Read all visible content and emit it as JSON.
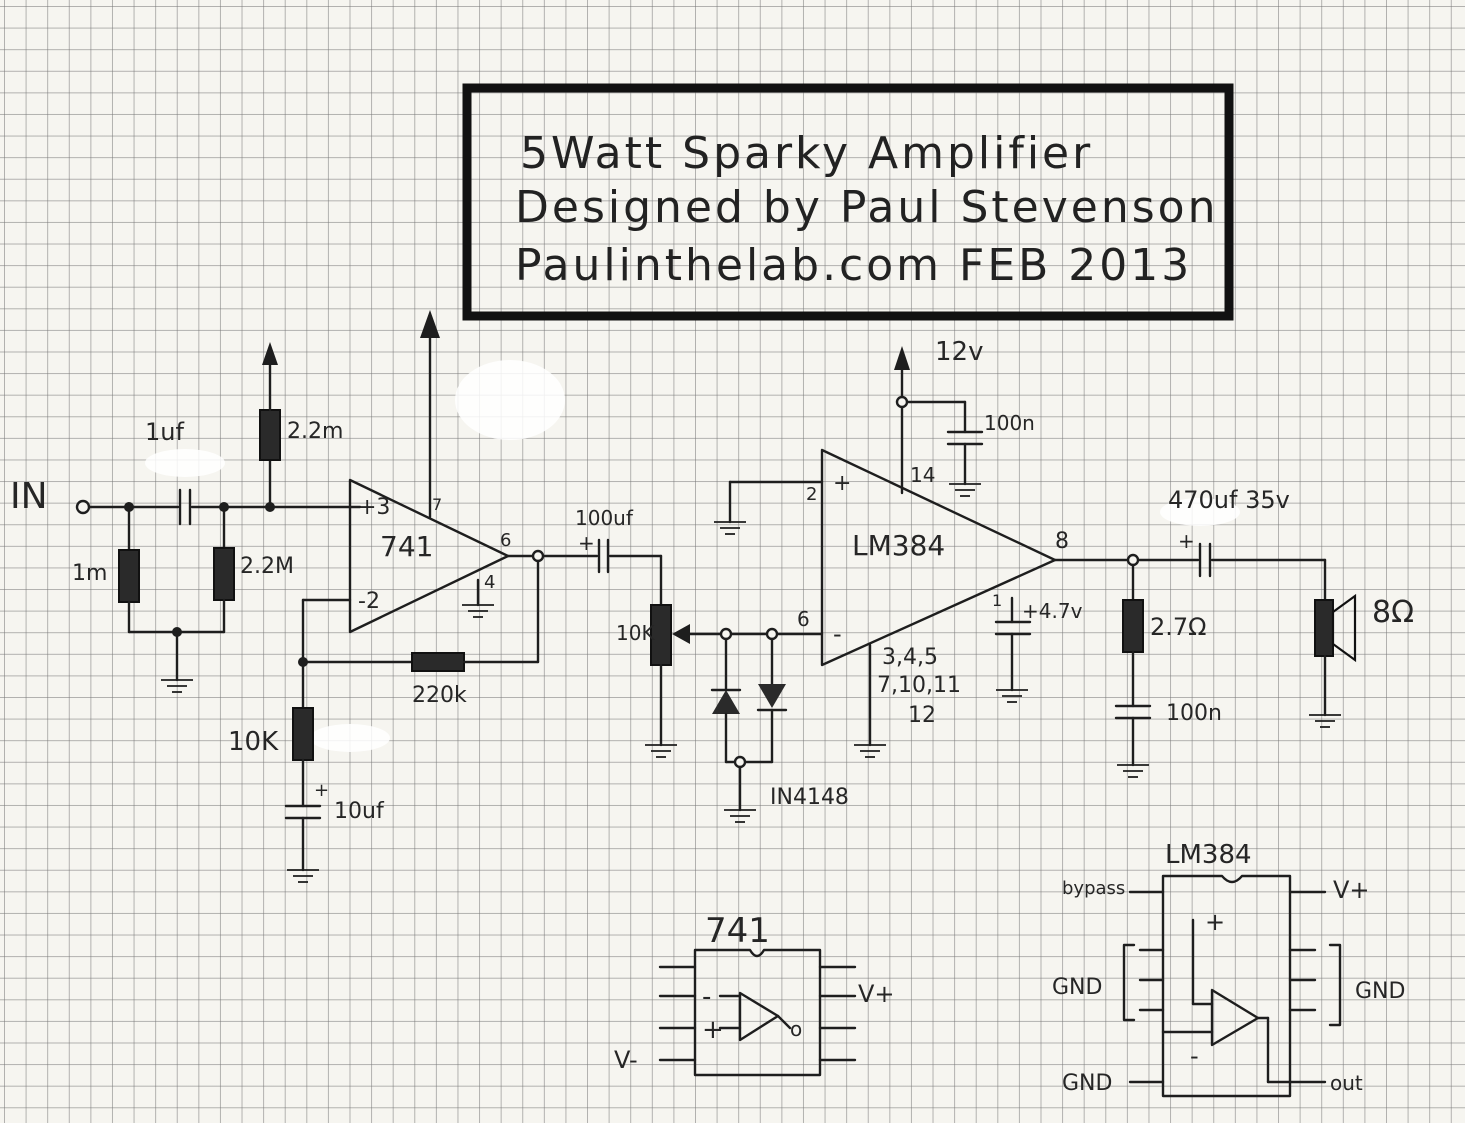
{
  "title_block": {
    "line1": "5Watt Sparky Amplifier",
    "line2": "Designed by Paul Stevenson",
    "line3": "Paulinthelab.com FEB 2013"
  },
  "input": {
    "label": "IN"
  },
  "preamp": {
    "c_in": "1uf",
    "r_bias_top": "2.2m",
    "r_in_gnd": "1m",
    "r_bias_bottom": "2.2M",
    "opamp": "741",
    "pin_plus": "+3",
    "pin_minus": "-2",
    "pin_7": "7",
    "pin_6": "6",
    "pin_4": "4",
    "r_feedback": "220k",
    "r_gain": "10K",
    "c_gain": "10uf",
    "c_gain_plus": "+"
  },
  "coupling": {
    "cap": "100uf",
    "cap_plus": "+",
    "pot": "10K"
  },
  "power_amp": {
    "chip": "LM384",
    "supply": "12v",
    "c_supply": "100n",
    "pin_2": "2",
    "pin_plus": "+",
    "pin_14": "14",
    "pin_6": "6",
    "pin_minus": "-",
    "pin_8": "8",
    "pin_1": "1",
    "c_bypass": "+4.7v",
    "gnd_pins_1": "3,4,5",
    "gnd_pins_2": "7,10,11",
    "gnd_pins_3": "12",
    "diodes": "IN4148"
  },
  "output": {
    "cap": "470uf 35v",
    "cap_plus": "+",
    "r_zobel": "2.7Ω",
    "c_zobel": "100n",
    "speaker": "8Ω"
  },
  "pinout_741": {
    "title": "741",
    "minus": "-",
    "plus": "+",
    "o": "o",
    "v_plus": "V+",
    "v_minus": "V-"
  },
  "pinout_lm384": {
    "title": "LM384",
    "bypass": "bypass",
    "v_plus": "V+",
    "gnd_left": "GND",
    "gnd_right": "GND",
    "gnd_bottom": "GND",
    "out": "out",
    "plus": "+",
    "minus": "-"
  }
}
